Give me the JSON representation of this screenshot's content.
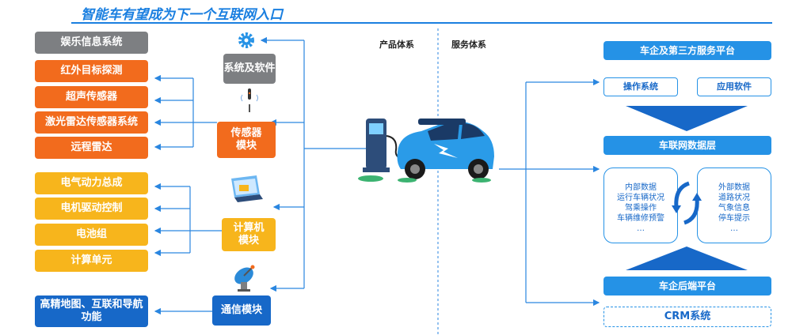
{
  "title": "智能车有望成为下一个互联网入口",
  "labels": {
    "product_system": "产品体系",
    "service_system": "服务体系"
  },
  "left": {
    "entertainment": "娱乐信息系统",
    "sensors": [
      "红外目标探测",
      "超声传感器",
      "激光雷达传感器系统",
      "远程雷达"
    ],
    "power": [
      "电气动力总成",
      "电机驱动控制",
      "电池组",
      "计算单元"
    ],
    "navigation": "高精地图、互联和导航功能"
  },
  "middle": {
    "system_software": "系统及软件",
    "sensor_module": "传感器模块",
    "computer_module": "计算机模块",
    "comm_module": "通信模块"
  },
  "right": {
    "platform": "车企及第三方服务平台",
    "os": "操作系统",
    "apps": "应用软件",
    "data_layer": "车联网数据层",
    "internal": [
      "内部数据",
      "运行车辆状况",
      "驾乘操作",
      "车辆维修预警",
      "…"
    ],
    "external": [
      "外部数据",
      "道路状况",
      "气象信息",
      "停车提示",
      "…"
    ],
    "backend": "车企后端平台",
    "crm": "CRM系统"
  },
  "colors": {
    "gray": "#7d7f82",
    "orange": "#f26b1d",
    "yellow": "#f7b51c",
    "blue": "#1768c8",
    "sky": "#2592e6",
    "line": "#2a86e0"
  },
  "icons": [
    "gear-icon",
    "sensor-icon",
    "computer-icon",
    "satellite-dish-icon",
    "charging-station-icon",
    "electric-car-icon"
  ]
}
